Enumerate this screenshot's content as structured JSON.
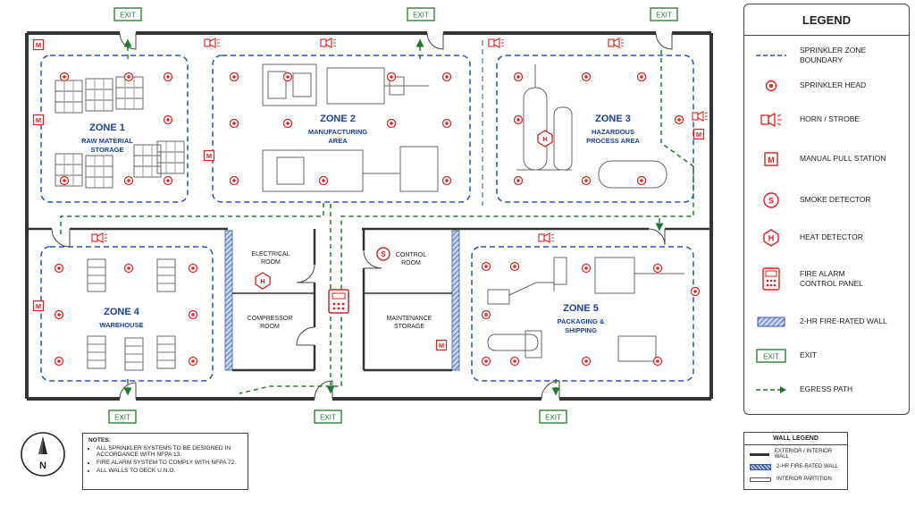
{
  "zones": [
    {
      "title": "ZONE 1",
      "subtitle_lines": [
        "RAW MATERIAL",
        "STORAGE"
      ]
    },
    {
      "title": "ZONE 2",
      "subtitle_lines": [
        "MANUFACTURING",
        "AREA"
      ]
    },
    {
      "title": "ZONE 3",
      "subtitle_lines": [
        "HAZARDOUS",
        "PROCESS AREA"
      ]
    },
    {
      "title": "ZONE 4",
      "subtitle_lines": [
        "WAREHOUSE"
      ]
    },
    {
      "title": "ZONE 5",
      "subtitle_lines": [
        "PACKAGING &",
        "SHIPPING"
      ]
    }
  ],
  "rooms": {
    "electrical": [
      "ELECTRICAL",
      "ROOM"
    ],
    "compressor": [
      "COMPRESSOR",
      "ROOM"
    ],
    "control": [
      "CONTROL",
      "ROOM"
    ],
    "maintenance": [
      "MAINTENANCE",
      "STORAGE"
    ]
  },
  "symbols": {
    "manual_pull": "M",
    "smoke_detector": "S",
    "heat_detector": "H",
    "exit_sign": "EXIT"
  },
  "legend": {
    "title": "LEGEND",
    "items": [
      {
        "icon": "sprinkler-zone-boundary",
        "label": "SPRINKLER ZONE BOUNDARY"
      },
      {
        "icon": "sprinkler-head",
        "label": "SPRINKLER HEAD"
      },
      {
        "icon": "horn-strobe",
        "label": "HORN / STROBE"
      },
      {
        "icon": "manual-pull-station",
        "label": "MANUAL PULL STATION"
      },
      {
        "icon": "smoke-detector",
        "label": "SMOKE DETECTOR"
      },
      {
        "icon": "heat-detector",
        "label": "HEAT DETECTOR"
      },
      {
        "icon": "fire-alarm-control-panel",
        "label": "FIRE ALARM\nCONTROL PANEL"
      },
      {
        "icon": "fire-rated-wall",
        "label": "2-HR FIRE-RATED WALL"
      },
      {
        "icon": "exit-sign",
        "label": "EXIT"
      },
      {
        "icon": "egress-path",
        "label": "EGRESS PATH"
      }
    ]
  },
  "notes": {
    "title": "NOTES:",
    "items": [
      "ALL SPRINKLER SYSTEMS TO BE DESIGNED IN ACCORDANCE WITH NFPA 13.",
      "FIRE ALARM SYSTEM TO COMPLY WITH NFPA 72.",
      "ALL WALLS TO DECK U.N.O."
    ]
  },
  "wall_legend": {
    "title": "WALL LEGEND",
    "items": [
      "EXTERIOR / INTERIOR WALL",
      "2-HR FIRE-RATED WALL",
      "INTERIOR PARTITION"
    ]
  },
  "compass": {
    "label": "N"
  },
  "colors": {
    "zone_boundary": "#2a52be",
    "fire_symbol": "#d92121",
    "egress": "#1e7a2a",
    "wall": "#333333",
    "fire_rated_wall": "#3b5ba8"
  }
}
